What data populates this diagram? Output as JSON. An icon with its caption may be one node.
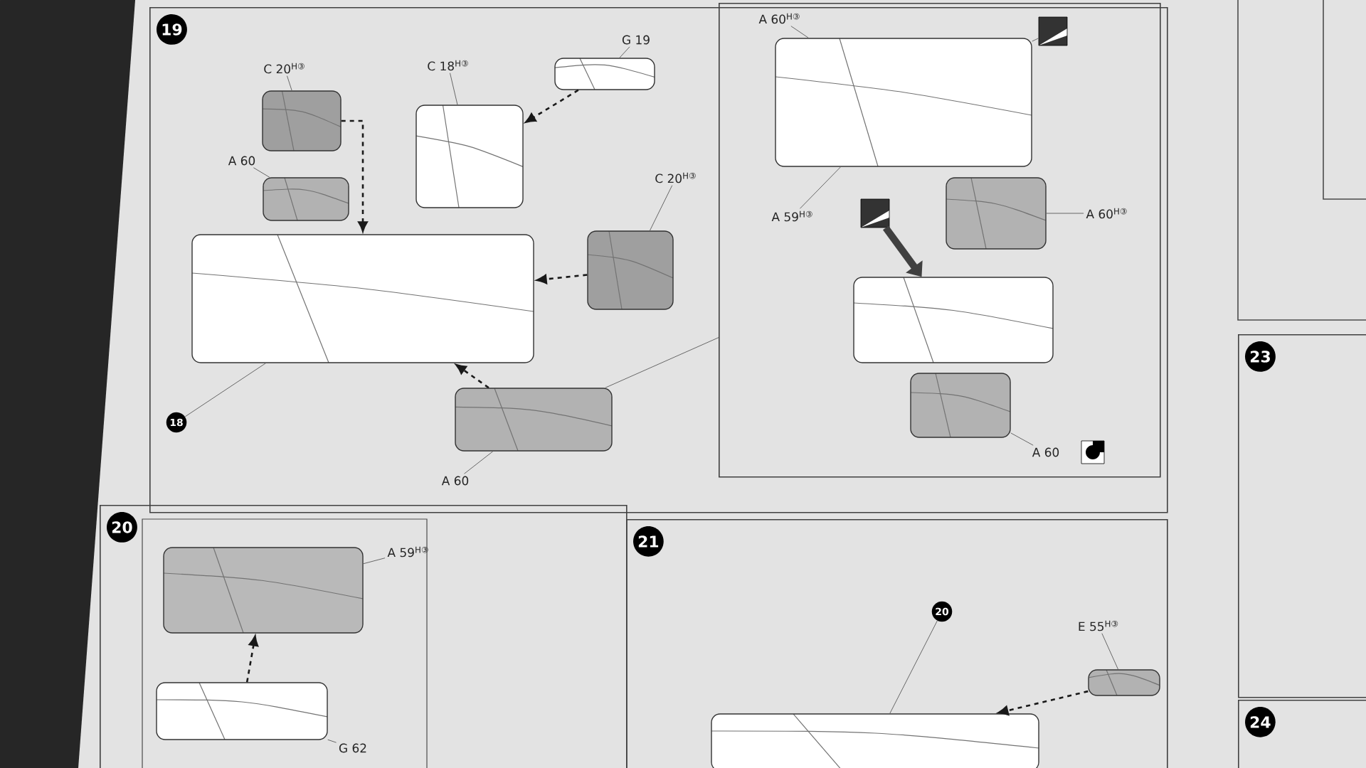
{
  "diagram": {
    "nodes": [
      {
        "text": [
          "19"
        ]
      },
      {
        "text": [],
        "shape": "box",
        "in": 0
      },
      {
        "text": [
          "C 20$^{H③}$"
        ],
        "in": 0
      },
      {
        "text": [],
        "shape": "picture",
        "in": 0
      },
      {
        "text": [
          "C 18$^{H③}$"
        ],
        "in": 0
      },
      {
        "text": [],
        "shape": "picture",
        "in": 0
      },
      {
        "text": [
          "G 19"
        ],
        "in": 0
      },
      {
        "text": [],
        "shape": "picture",
        "in": 0
      },
      {
        "text": [
          "A 60"
        ],
        "in": 0
      },
      {
        "text": [],
        "shape": "picture",
        "in": 0
      },
      {
        "text": [
          "C 20$^{H③}$"
        ],
        "in": 0
      },
      {
        "text": [],
        "shape": "picture",
        "in": 0
      },
      {
        "text": [],
        "shape": "picture",
        "in": 0
      },
      {
        "text": [
          "18"
        ],
        "in": 0
      },
      {
        "text": [
          "A 60"
        ],
        "in": 0
      },
      {
        "text": [],
        "shape": "picture",
        "in": 0
      },
      {
        "text": [
          "A 60$^{H③}$"
        ],
        "in": 1
      },
      {
        "text": [],
        "shape": "picture",
        "in": 1
      },
      {
        "text": [
          "A 59$^{H③}$"
        ],
        "in": 1
      },
      {
        "text": [
          "A 60$^{H③}$"
        ],
        "in": 1
      },
      {
        "text": [],
        "shape": "picture",
        "in": 1
      },
      {
        "text": [],
        "shape": "picture",
        "in": 1
      },
      {
        "text": [],
        "shape": "picture",
        "in": 1
      },
      {
        "text": [],
        "shape": "picture",
        "in": 1
      },
      {
        "text": [
          "A 60"
        ],
        "in": 1
      },
      {
        "text": [],
        "shape": "picture",
        "in": 1
      },
      {
        "text": [
          "20"
        ]
      },
      {
        "text": [
          "A 59$^{H③}$"
        ],
        "in": 26
      },
      {
        "text": [],
        "shape": "picture",
        "in": 26
      },
      {
        "text": [
          "G 62"
        ],
        "in": 26
      },
      {
        "text": [],
        "shape": "picture",
        "in": 26
      },
      {
        "text": [
          "21"
        ]
      },
      {
        "text": [
          "20"
        ],
        "in": 31
      },
      {
        "text": [],
        "shape": "picture",
        "in": 31
      },
      {
        "text": [
          "E 55$^{H③}$"
        ],
        "in": 31
      },
      {
        "text": [],
        "shape": "picture",
        "in": 31
      },
      {
        "text": [
          "23"
        ]
      },
      {
        "text": [
          "24"
        ]
      }
    ],
    "edges": [
      {
        "from": 2,
        "to": 3,
        "arrow": "none"
      },
      {
        "from": 4,
        "to": 5,
        "arrow": "none"
      },
      {
        "from": 6,
        "to": 7,
        "arrow": "none"
      },
      {
        "from": 8,
        "to": 9,
        "arrow": "none"
      },
      {
        "from": 10,
        "to": 11,
        "arrow": "none"
      },
      {
        "from": 13,
        "to": 12,
        "arrow": "none"
      },
      {
        "from": 14,
        "to": 15,
        "arrow": "none"
      },
      {
        "from": 3,
        "to": 12,
        "arrow": "to",
        "style": "dashed"
      },
      {
        "from": 7,
        "to": 5,
        "arrow": "to",
        "style": "dashed"
      },
      {
        "from": 11,
        "to": 12,
        "arrow": "to",
        "style": "dashed"
      },
      {
        "from": 15,
        "to": 12,
        "arrow": "to",
        "style": "dashed"
      },
      {
        "from": 15,
        "to": 1,
        "arrow": "none"
      },
      {
        "from": 16,
        "to": 17,
        "arrow": "none"
      },
      {
        "from": 18,
        "to": 17,
        "arrow": "none"
      },
      {
        "from": 19,
        "to": 20,
        "arrow": "none"
      },
      {
        "from": 21,
        "to": 17,
        "arrow": "none"
      },
      {
        "from": 22,
        "to": 23,
        "arrow": "to",
        "style": "thick"
      },
      {
        "from": 24,
        "to": 25,
        "arrow": "none"
      },
      {
        "from": 27,
        "to": 28,
        "arrow": "none"
      },
      {
        "from": 29,
        "to": 30,
        "arrow": "none"
      },
      {
        "from": 30,
        "to": 28,
        "arrow": "to",
        "style": "dashed"
      },
      {
        "from": 32,
        "to": 33,
        "arrow": "none"
      },
      {
        "from": 34,
        "to": 35,
        "arrow": "none"
      },
      {
        "from": 35,
        "to": 33,
        "arrow": "to",
        "style": "dashed"
      }
    ]
  }
}
